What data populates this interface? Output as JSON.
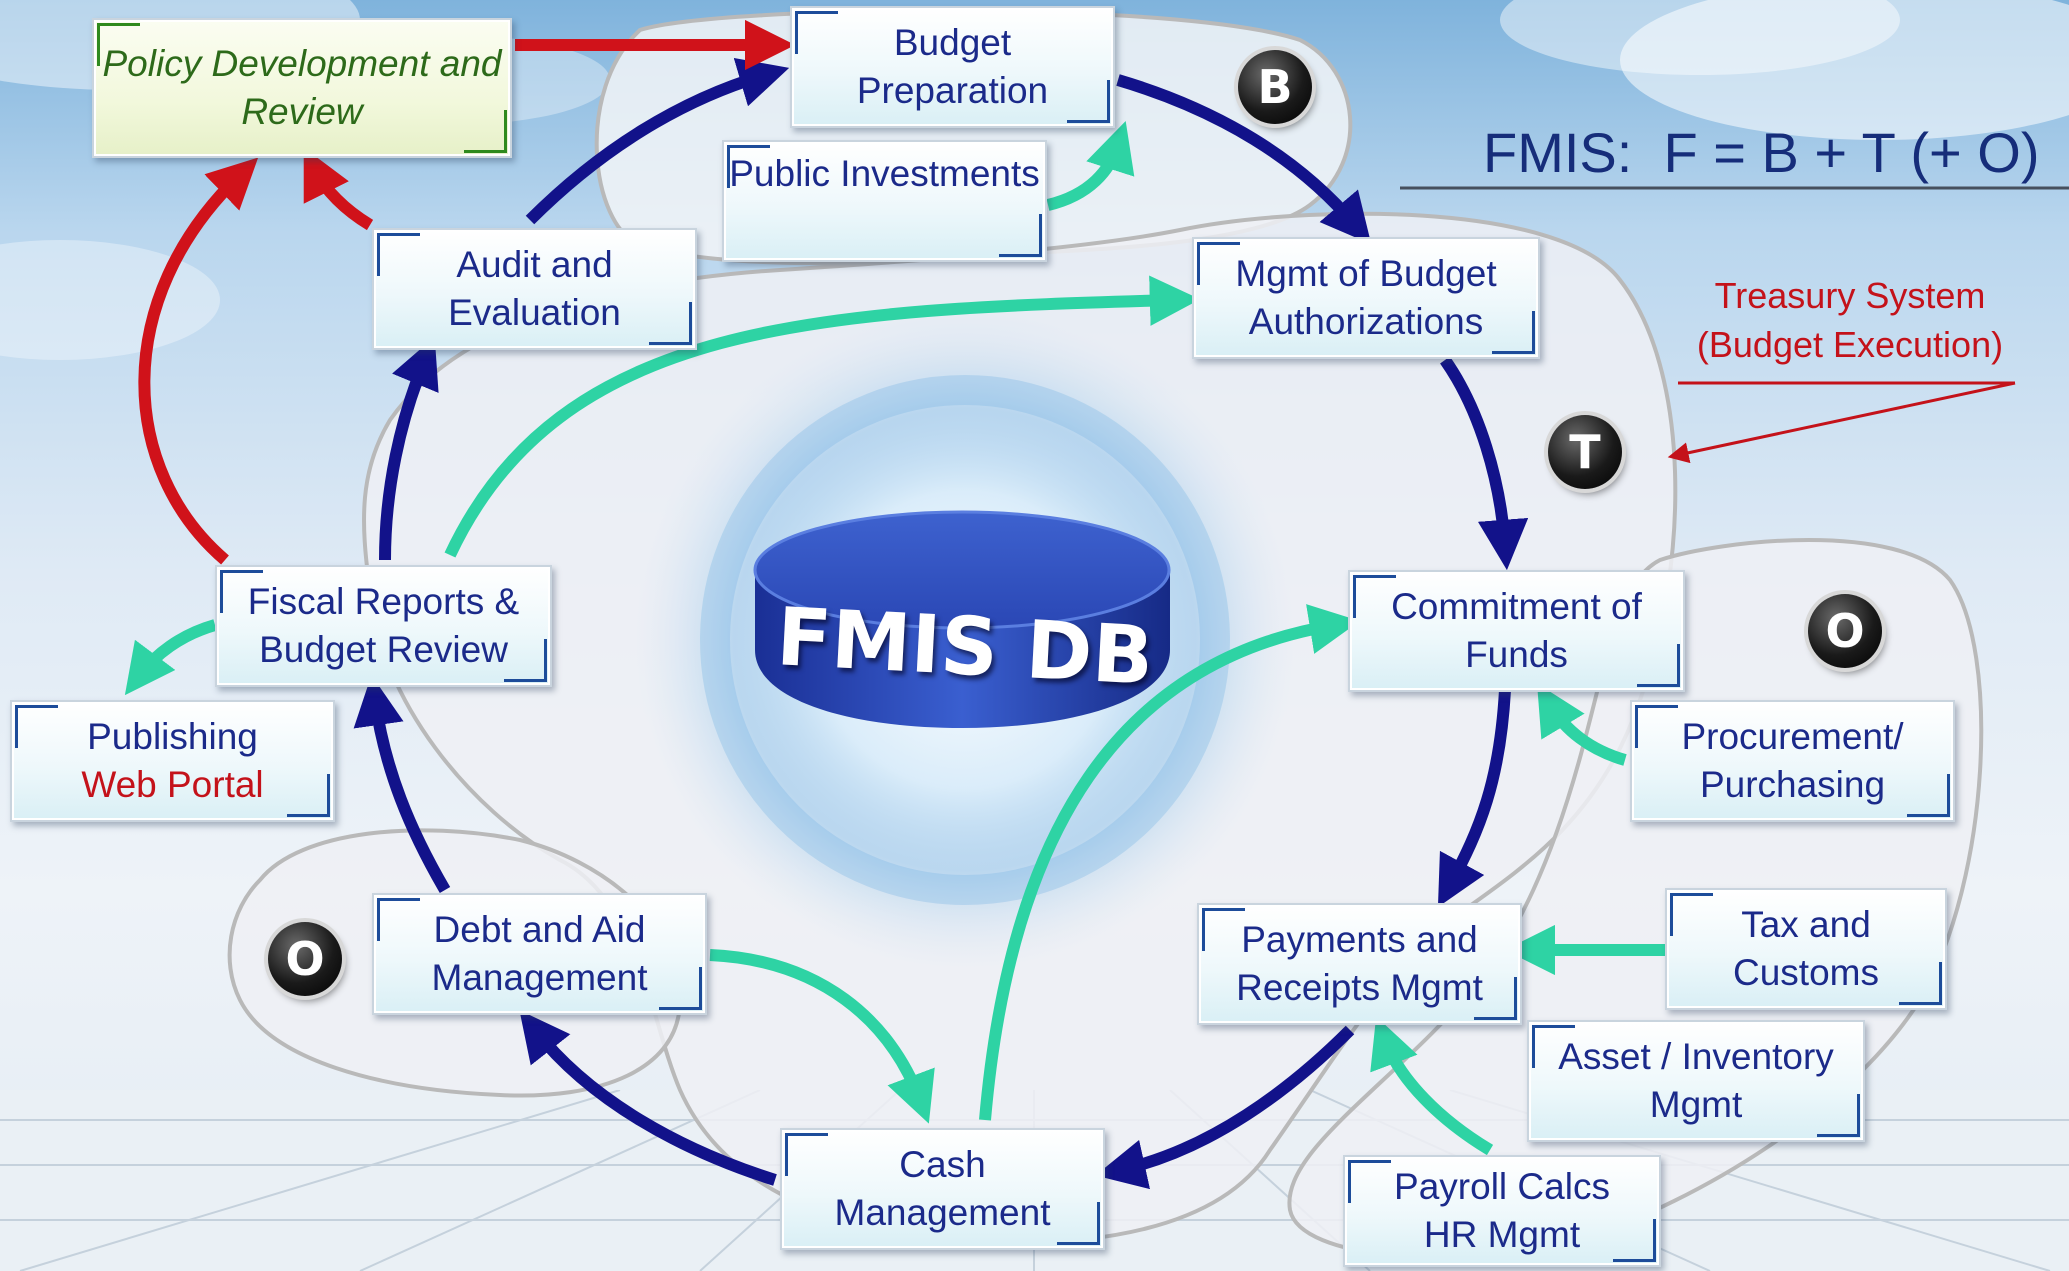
{
  "formula": "FMIS:  F = B + T (+ O)",
  "database_label": "FMIS DB",
  "treasury_note": {
    "line1": "Treasury System",
    "line2": "(Budget Execution)"
  },
  "badges": {
    "budget": "B",
    "treasury": "T",
    "other_right": "O",
    "other_left": "O"
  },
  "nodes": {
    "policy": {
      "line1": "Policy Development and",
      "line2": "Review"
    },
    "budget_prep": {
      "line1": "Budget",
      "line2": "Preparation"
    },
    "public_investments": {
      "line1": "Public Investments"
    },
    "audit": {
      "line1": "Audit and",
      "line2": "Evaluation"
    },
    "mgmt_budget_auth": {
      "line1": "Mgmt of Budget",
      "line2": "Authorizations"
    },
    "fiscal_reports": {
      "line1": "Fiscal Reports &",
      "line2": "Budget Review"
    },
    "commitment": {
      "line1": "Commitment of",
      "line2": "Funds"
    },
    "publishing": {
      "line1": "Publishing",
      "line2": "Web Portal"
    },
    "procurement": {
      "line1": "Procurement/",
      "line2": "Purchasing"
    },
    "debt_aid": {
      "line1": "Debt and Aid",
      "line2": "Management"
    },
    "payments": {
      "line1": "Payments and",
      "line2": "Receipts Mgmt"
    },
    "tax_customs": {
      "line1": "Tax and",
      "line2": "Customs"
    },
    "asset_inventory": {
      "line1": "Asset / Inventory",
      "line2": "Mgmt"
    },
    "cash": {
      "line1": "Cash",
      "line2": "Management"
    },
    "payroll": {
      "line1": "Payroll Calcs",
      "line2": "HR Mgmt"
    }
  },
  "colors": {
    "main_cycle_arrow": "#12128a",
    "data_flow_arrow": "#2ed3a4",
    "policy_feedback_arrow": "#d0121a",
    "node_text": "#1b2a8a",
    "accent_red": "#c4121a"
  }
}
